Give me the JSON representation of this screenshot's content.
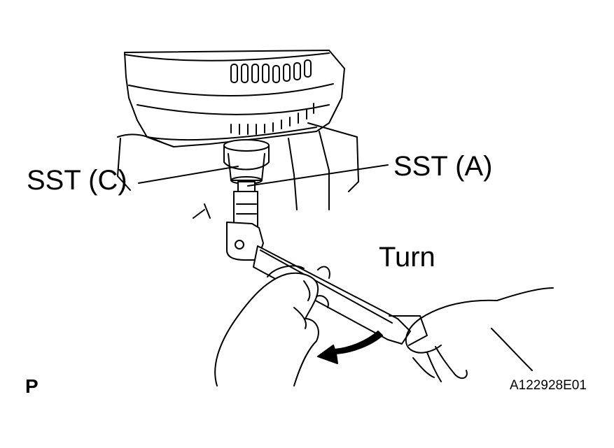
{
  "labels": {
    "sst_c": "SST (C)",
    "sst_a": "SST (A)",
    "turn": "Turn",
    "view_letter": "P",
    "figure_id": "A122928E01"
  },
  "colors": {
    "line": "#000000",
    "background": "#ffffff"
  },
  "illustration": {
    "subject": "alternator pulley nut removal",
    "icons": [
      "alternator-icon",
      "socket-wrench-icon",
      "hand-icon",
      "rotation-arrow-icon"
    ]
  }
}
